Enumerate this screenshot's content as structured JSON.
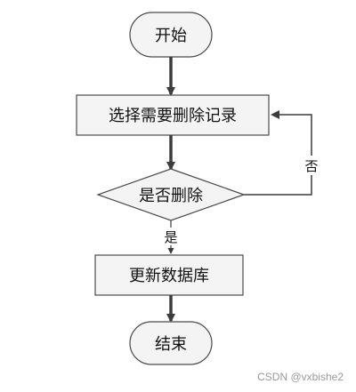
{
  "nodes": {
    "start": "开始",
    "select": "选择需要删除记录",
    "decision": "是否删除",
    "update": "更新数据库",
    "end": "结束"
  },
  "edges": {
    "yes": "是",
    "no": "否"
  },
  "watermark": "CSDN @vxbishe2"
}
